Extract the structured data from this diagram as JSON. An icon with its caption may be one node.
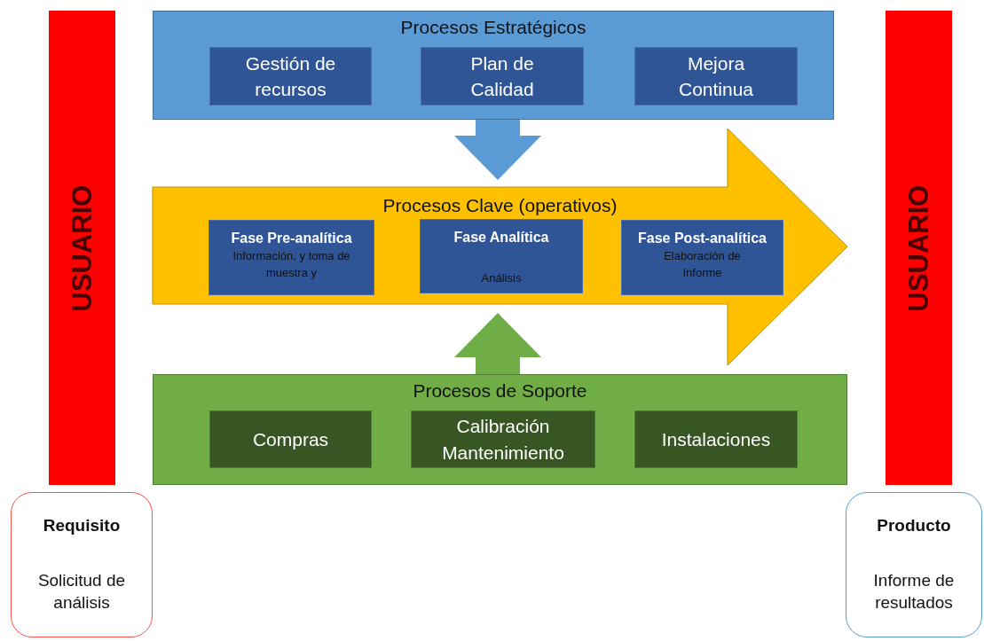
{
  "diagram": {
    "nodes": [
      {
        "text": [
          "USUARIO"
        ]
      },
      {
        "text": [
          "Procesos Estratégicos"
        ]
      },
      {
        "text": [
          "Gestión de recursos"
        ],
        "in": 1
      },
      {
        "text": [
          "Plan de Calidad"
        ],
        "in": 1
      },
      {
        "text": [
          "Mejora Continua"
        ],
        "in": 1
      },
      {
        "text": [
          "Procesos Clave (operativos)"
        ]
      },
      {
        "text": [
          "Fase Pre-analítica",
          "Información, y toma de muestra y"
        ],
        "in": 5
      },
      {
        "text": [
          "Fase Analítica",
          "Análisis"
        ],
        "in": 5
      },
      {
        "text": [
          "Fase Post-analítica",
          "Elaboración de Informe"
        ],
        "in": 5
      },
      {
        "text": [
          "Procesos de Soporte"
        ]
      },
      {
        "text": [
          "Compras"
        ],
        "in": 9
      },
      {
        "text": [
          "Calibración Mantenimiento"
        ],
        "in": 9
      },
      {
        "text": [
          "Instalaciones"
        ],
        "in": 9
      },
      {
        "text": [
          "USUARIO"
        ]
      },
      {
        "text": [
          "Requisito",
          "Solicitud de análisis"
        ]
      },
      {
        "text": [
          "Producto",
          "Informe de resultados"
        ]
      }
    ],
    "edges": [
      {
        "from": 1,
        "to": 5,
        "arrow": "to",
        "color": "#5b9bd5"
      },
      {
        "from": 9,
        "to": 5,
        "arrow": "to",
        "color": "#70ad47"
      }
    ]
  }
}
